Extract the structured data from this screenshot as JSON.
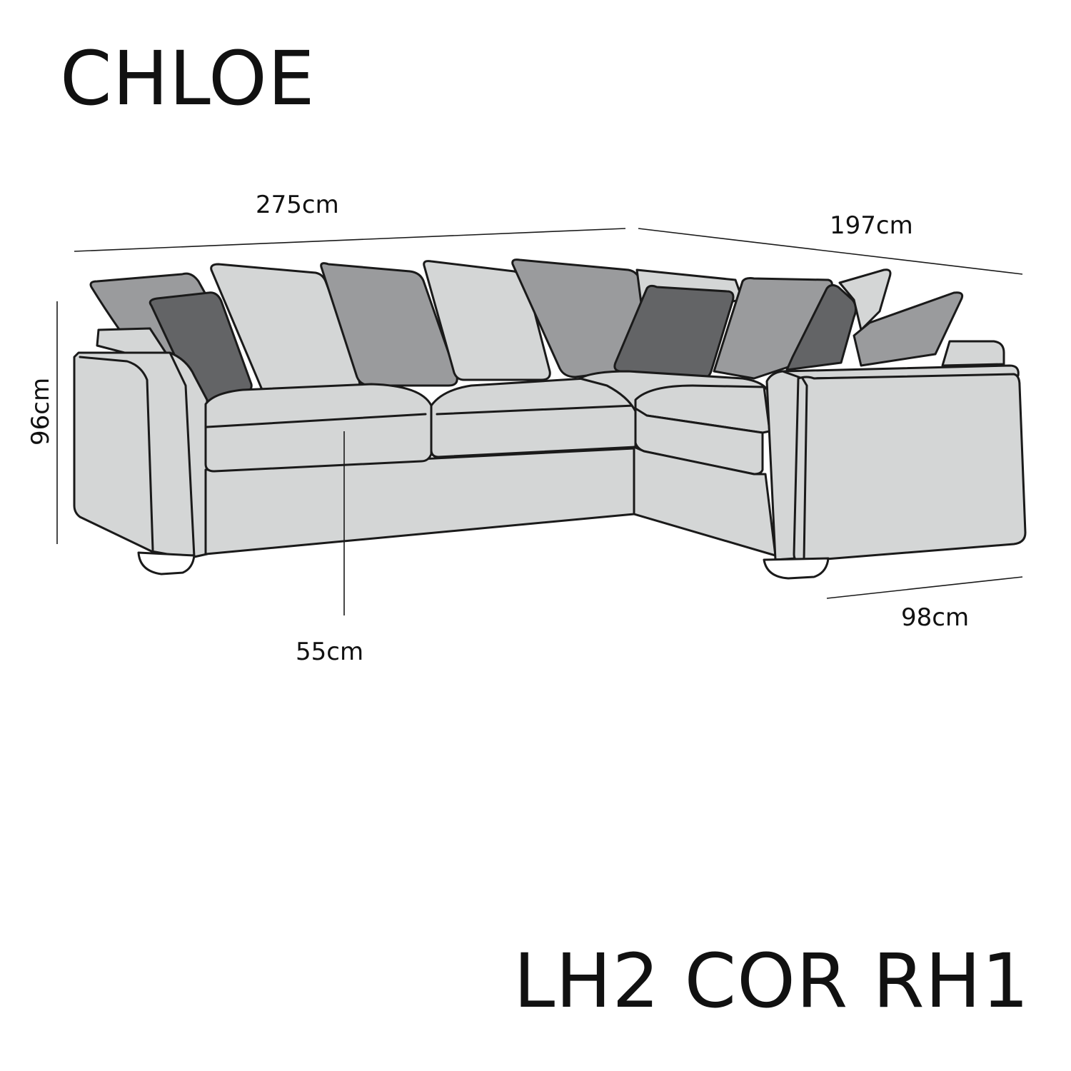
{
  "product_name": "CHLOE",
  "configuration_code": "LH2 COR RH1",
  "dimensions": {
    "left_width": "275cm",
    "right_width": "197cm",
    "height": "96cm",
    "seat_height": "55cm",
    "depth": "98cm"
  },
  "colors": {
    "body": "#d4d6d6",
    "cushion_mid": "#9a9b9d",
    "cushion_dark": "#636466",
    "outline": "#1a1a1a"
  }
}
